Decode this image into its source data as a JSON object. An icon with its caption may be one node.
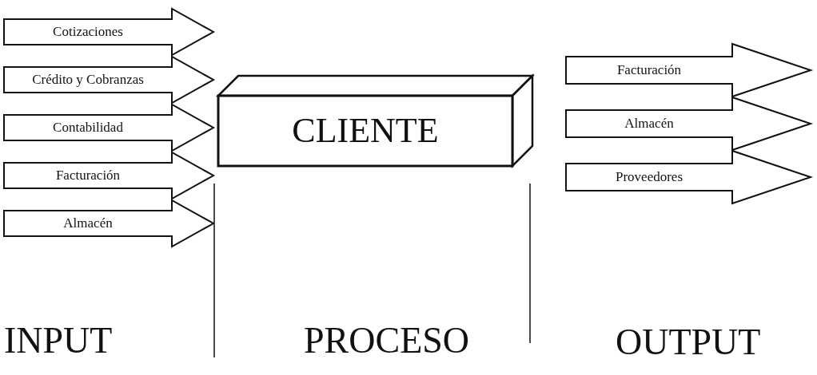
{
  "diagram": {
    "nodes": [
      {
        "text": [
          "Cotizaciones"
        ]
      },
      {
        "text": [
          "Crédito y Cobranzas"
        ]
      },
      {
        "text": [
          "Contabilidad"
        ]
      },
      {
        "text": [
          "Facturación"
        ]
      },
      {
        "text": [
          "Almacén"
        ]
      },
      {
        "text": [
          "CLIENTE"
        ]
      },
      {
        "text": [
          "Facturación"
        ]
      },
      {
        "text": [
          "Almacén"
        ]
      },
      {
        "text": [
          "Proveedores"
        ]
      }
    ],
    "labels": [
      "INPUT",
      "PROCESO",
      "OUTPUT"
    ]
  }
}
